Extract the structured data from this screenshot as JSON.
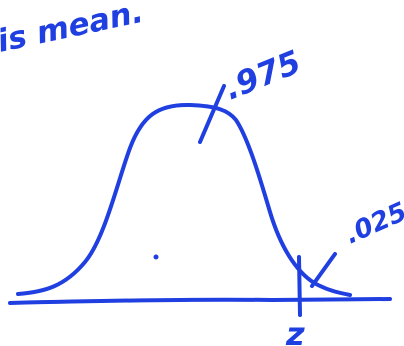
{
  "annotations": {
    "top_note": "is mean.",
    "upper_area": ".975",
    "tail_area": ".025",
    "critical_value": "z"
  },
  "colors": {
    "ink": "#1f3fe0",
    "background": "#ffffff"
  }
}
